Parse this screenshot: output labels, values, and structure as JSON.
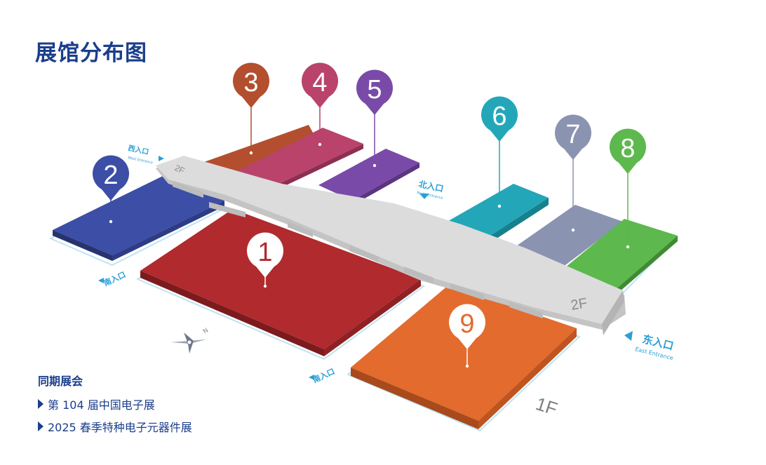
{
  "title": "展馆分布图",
  "colors": {
    "title": "#1b3e8c",
    "entrance": "#2a9fd6",
    "corridor": "#d9d9d9"
  },
  "halls": [
    {
      "id": "1",
      "label": "1",
      "color": "#b02a2e",
      "floor": "1F"
    },
    {
      "id": "2",
      "label": "2",
      "color": "#3c4ea6",
      "floor": "1F"
    },
    {
      "id": "3",
      "label": "3",
      "color": "#b34f2e",
      "floor": "1F"
    },
    {
      "id": "4",
      "label": "4",
      "color": "#b9436b",
      "floor": "1F"
    },
    {
      "id": "5",
      "label": "5",
      "color": "#7a4aa8",
      "floor": "1F"
    },
    {
      "id": "6",
      "label": "6",
      "color": "#23a7b8",
      "floor": "1F"
    },
    {
      "id": "7",
      "label": "7",
      "color": "#8a93b0",
      "floor": "1F"
    },
    {
      "id": "8",
      "label": "8",
      "color": "#5db84e",
      "floor": "1F"
    },
    {
      "id": "9",
      "label": "9",
      "color": "#e36b2d",
      "floor": "1F"
    }
  ],
  "floor_labels": {
    "upper": "2F",
    "upper_small": "2F",
    "lower": "1F"
  },
  "entrances": {
    "west": {
      "cn": "西入口",
      "en": "West Entrance"
    },
    "north": {
      "cn": "北入口",
      "en": "North Entrance"
    },
    "south_a": {
      "cn": "南入口",
      "en": ""
    },
    "south_b": {
      "cn": "南入口",
      "en": ""
    },
    "east": {
      "cn": "东入口",
      "en": "East Entrance"
    }
  },
  "compass": {
    "letter": "N",
    "icon": "compass-icon"
  },
  "legend": {
    "heading": "同期展会",
    "items": [
      "第 104 届中国电子展",
      "2025 春季特种电子元器件展"
    ]
  }
}
